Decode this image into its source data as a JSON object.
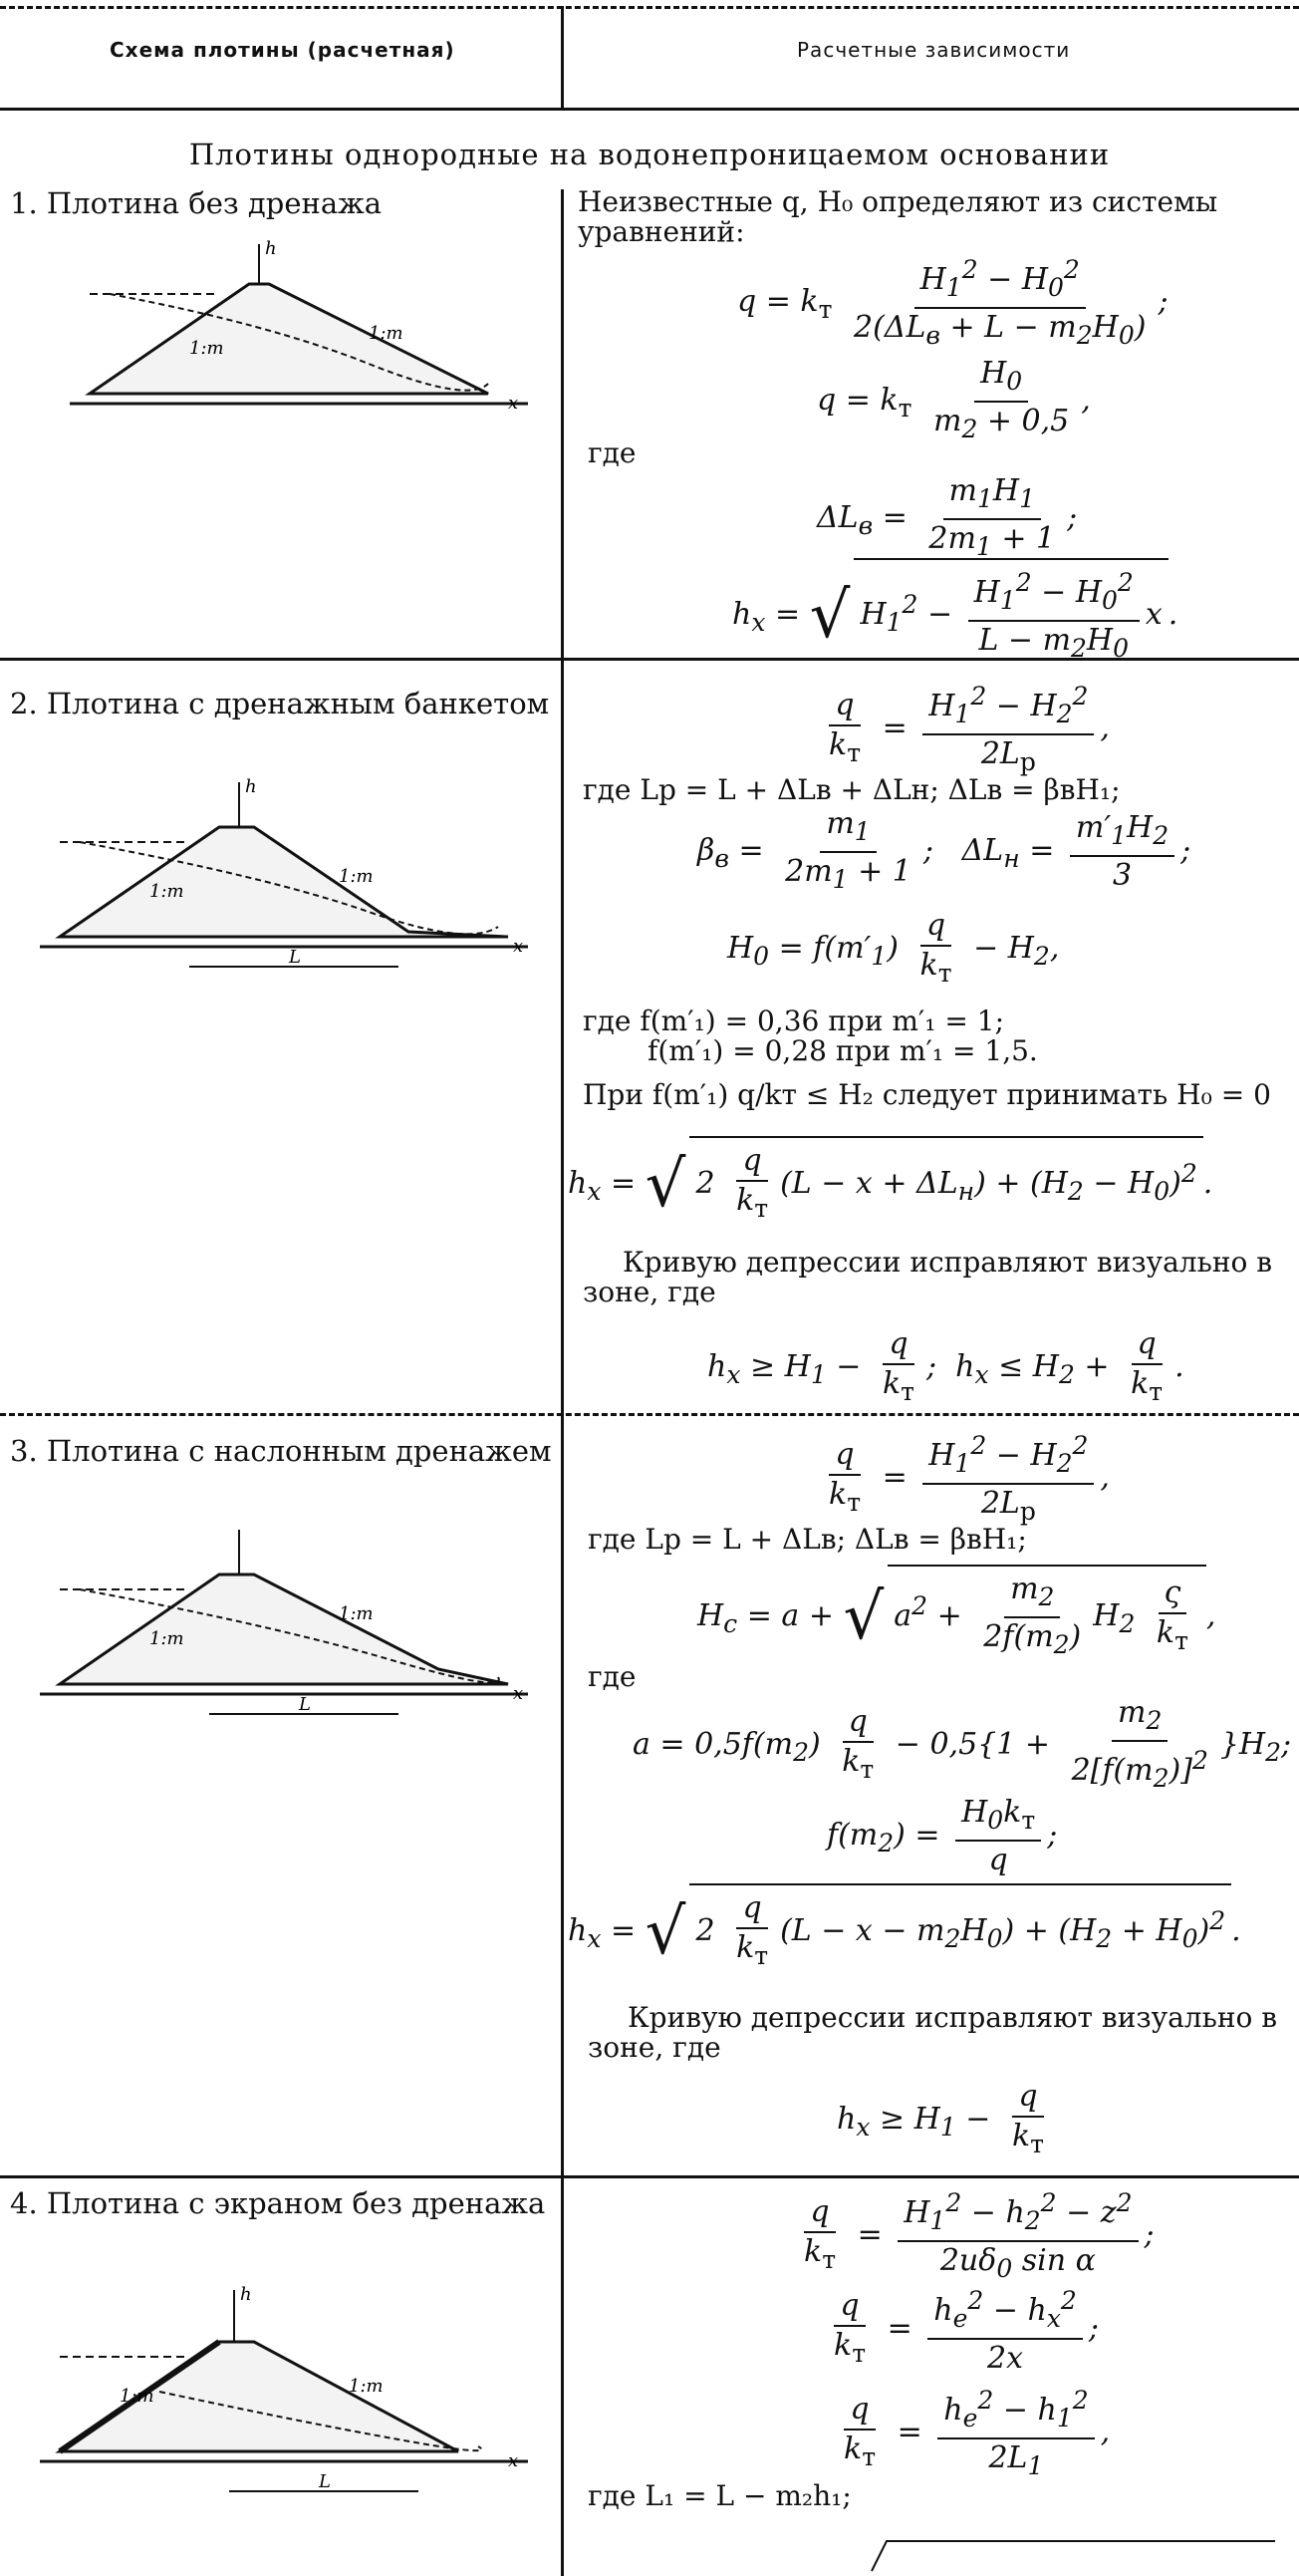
{
  "header": {
    "col_left": "Схема плотины (расчетная)",
    "col_right": "Расчетные зависимости"
  },
  "subtitle": "Плотины однородные на водонепроницаемом основании",
  "cases": [
    {
      "title": "1. Плотина без дренажа",
      "intro": "Неизвестные q, H₀ определяют из системы уравнений:",
      "where": "где"
    },
    {
      "title": "2. Плотина с дренажным банкетом",
      "where1": "где Lp = L + ΔLв + ΔLн; ΔLв = βвH₁;",
      "where2": "где f(m′₁) = 0,36 при m′₁ = 1;",
      "where3": "f(m′₁) = 0,28 при m′₁ = 1,5.",
      "note": "При f(m′₁) q/kт ≤ H₂ следует принимать H₀ = 0",
      "curve": "Кривую депрессии исправляют визуально в зоне, где"
    },
    {
      "title": "3. Плотина с наслонным дренажем",
      "where1": "где Lp = L + ΔLв; ΔLв = βвH₁;",
      "where2": "где",
      "curve": "Кривую депрессии исправляют визуально в зоне, где"
    },
    {
      "title": "4. Плотина с экраном без дренажа",
      "where1": "где L₁ = L − m₂h₁;"
    }
  ]
}
